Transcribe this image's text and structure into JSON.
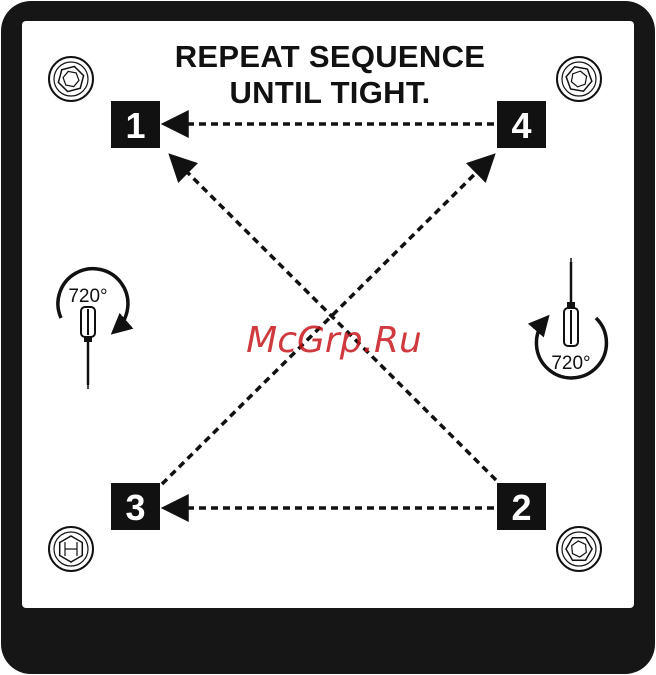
{
  "diagram": {
    "title_lines": [
      "REPEAT SEQUENCE",
      "UNTIL TIGHT."
    ],
    "steps": [
      {
        "id": "step-1",
        "label": "1"
      },
      {
        "id": "step-2",
        "label": "2"
      },
      {
        "id": "step-3",
        "label": "3"
      },
      {
        "id": "step-4",
        "label": "4"
      }
    ],
    "rotation_labels": {
      "left": "720°",
      "right": "720°"
    },
    "sequence_arrows": [
      "2→3",
      "3→4",
      "4→1",
      "1→2"
    ],
    "corner_fastener_icons": [
      "bolt-icon",
      "bolt-icon",
      "bolt-icon",
      "bolt-icon"
    ],
    "watermark": "McGrp.Ru",
    "colors": {
      "frame": "#161616",
      "panel": "#ffffff",
      "ink": "#111111",
      "watermark": "#c8181c"
    }
  }
}
